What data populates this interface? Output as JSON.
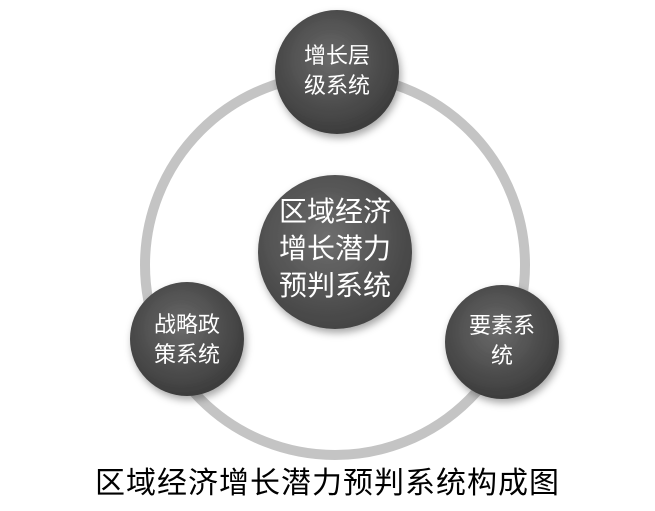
{
  "diagram": {
    "center": {
      "lines": [
        "区域经济",
        "增长潜力",
        "预判系统"
      ]
    },
    "nodes": [
      {
        "id": "top",
        "lines": [
          "增长层",
          "级系统"
        ]
      },
      {
        "id": "left",
        "lines": [
          "战略政",
          "策系统"
        ]
      },
      {
        "id": "right",
        "lines": [
          "要素系",
          "统"
        ]
      }
    ],
    "caption": "区域经济增长潜力预判系统构成图"
  },
  "colors": {
    "ring": "#c4c4c4",
    "node_fill": "#555555",
    "node_fill_dark": "#3a3a3a",
    "center_fill": "#5a5a5a",
    "text": "#ffffff",
    "caption": "#000000"
  }
}
